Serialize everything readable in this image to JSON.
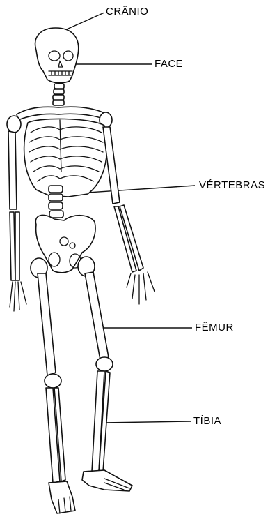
{
  "labels": {
    "cranio": "CRÂNIO",
    "face": "FACE",
    "vertebras": "VÉRTEBRAS",
    "femur": "FÊMUR",
    "tibia": "TÍBIA"
  }
}
